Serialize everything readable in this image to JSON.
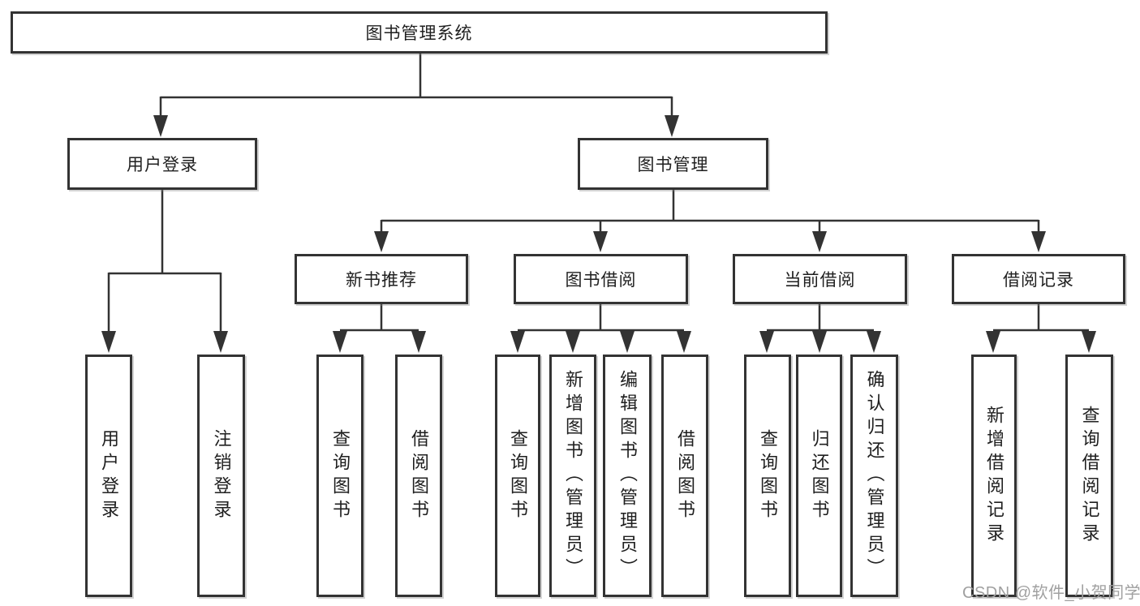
{
  "diagram": {
    "type": "tree",
    "title": "图书管理系统",
    "nodes": {
      "root": "图书管理系统",
      "user_login": "用户登录",
      "book_mgmt": "图书管理",
      "new_book_rec": "新书推荐",
      "book_borrow": "图书借阅",
      "current_borrow": "当前借阅",
      "borrow_records": "借阅记录",
      "ul_user_login": "用户登录",
      "ul_logout": "注销登录",
      "nb_query_book": "查询图书",
      "nb_borrow_book": "借阅图书",
      "bb_query_book": "查询图书",
      "bb_add_book": "新增图书（管理员）",
      "bb_edit_book": "编辑图书（管理员）",
      "bb_borrow_book": "借阅图书",
      "cb_query_book": "查询图书",
      "cb_return_book": "归还图书",
      "cb_confirm_return": "确认归还（管理员）",
      "br_add_record": "新增借阅记录",
      "br_query_record": "查询借阅记录"
    },
    "structure": {
      "图书管理系统": [
        "用户登录",
        "图书管理"
      ],
      "用户登录": [
        "用户登录",
        "注销登录"
      ],
      "图书管理": [
        "新书推荐",
        "图书借阅",
        "当前借阅",
        "借阅记录"
      ],
      "新书推荐": [
        "查询图书",
        "借阅图书"
      ],
      "图书借阅": [
        "查询图书",
        "新增图书（管理员）",
        "编辑图书（管理员）",
        "借阅图书"
      ],
      "当前借阅": [
        "查询图书",
        "归还图书",
        "确认归还（管理员）"
      ],
      "借阅记录": [
        "新增借阅记录",
        "查询借阅记录"
      ]
    },
    "colors": {
      "line": "#333333",
      "box_border": "#333333",
      "text": "#1f1f1f",
      "background": "#ffffff",
      "watermark": "#a0a0a0"
    }
  },
  "watermark": {
    "text": "CSDN @软件_小贺同学"
  }
}
